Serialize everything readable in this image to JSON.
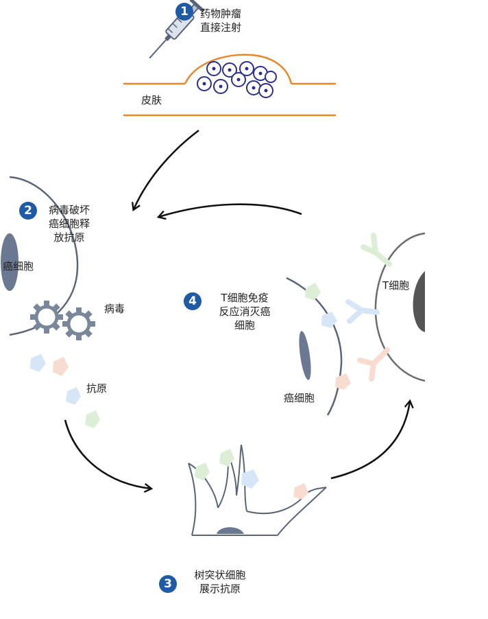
{
  "steps": [
    {
      "number": "1",
      "lines": [
        "药物肿瘤",
        "直接注射"
      ]
    },
    {
      "number": "2",
      "lines": [
        "病毒破坏",
        "癌细胞释",
        "放抗原"
      ]
    },
    {
      "number": "3",
      "lines": [
        "树突状细胞",
        "展示抗原"
      ]
    },
    {
      "number": "4",
      "lines": [
        "T细胞免疫",
        "反应消灭癌",
        "细胞"
      ]
    }
  ],
  "labels": {
    "skin": "皮肤",
    "cancer_cell_left": "癌细胞",
    "virus": "病毒",
    "antigen": "抗原",
    "t_cell": "T细胞",
    "cancer_cell_right": "癌细胞"
  },
  "colors": {
    "badge": "#1f5aa6",
    "skin_line": "#e8862a",
    "cell_outline": "#5a6478",
    "tumor_cell": "#2a2f8f",
    "virus": "#7a8699",
    "antigen_blue": "#d6e6f7",
    "antigen_pink": "#f9dcd0",
    "antigen_green": "#dcefd6"
  },
  "icons": [
    "syringe-icon",
    "virus-icon",
    "antigen-icon",
    "receptor-icon",
    "arrow-icon"
  ]
}
